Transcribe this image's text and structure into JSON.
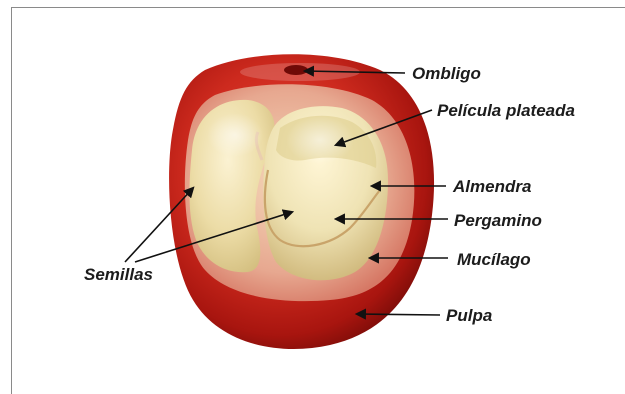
{
  "figure": {
    "labels": {
      "ombligo": "Ombligo",
      "pelicula": "Película plateada",
      "almendra": "Almendra",
      "pergamino": "Pergamino",
      "mucilago": "Mucílago",
      "pulpa": "Pulpa",
      "semillas": "Semillas"
    },
    "colors": {
      "pulp_red": "#c8221a",
      "pulp_dark": "#8a0e0a",
      "seed_cream": "#efe3b4",
      "label_text": "#1c1c1c"
    }
  }
}
